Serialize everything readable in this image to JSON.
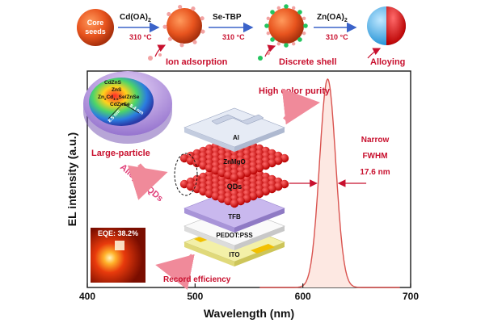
{
  "synthesis": {
    "core_label_line1": "Core",
    "core_label_line2": "seeds",
    "steps": [
      {
        "reagent": "Cd(OA)",
        "subscript": "2",
        "temperature": "310 °C",
        "caption": "Ion adsorption"
      },
      {
        "reagent": "Se-TBP",
        "subscript": "",
        "temperature": "310 °C",
        "caption": "Discrete shell"
      },
      {
        "reagent": "Zn(OA)",
        "subscript": "2",
        "temperature": "310 °C",
        "caption": "Alloying"
      }
    ]
  },
  "qd_structure": {
    "layers": [
      "CdZnS",
      "ZnS",
      "Zn",
      "x",
      "Cd",
      "1-x",
      "Se/ZnSe",
      "CdZnSe"
    ],
    "dimensions": [
      "8.5 nm",
      "8.4 nm"
    ],
    "label_large_particle": "Large-particle",
    "label_alloyed": "Alloyed QDs"
  },
  "device": {
    "layers": [
      "Al",
      "ZnMgO",
      "QDs",
      "TFB",
      "PEDOT:PSS",
      "ITO"
    ],
    "eqe_label": "EQE: 38.2%",
    "record_label": "Record efficiency",
    "purity_label": "High color purity",
    "fwhm_lines": [
      "Narrow",
      "FWHM",
      "17.6 nm"
    ]
  },
  "chart_data": {
    "type": "line",
    "xlabel": "Wavelength (nm)",
    "ylabel": "EL intensity (a.u.)",
    "xlim": [
      400,
      700
    ],
    "x_ticks": [
      400,
      500,
      600,
      700
    ],
    "peak_nm": 623,
    "fwhm_nm": 17.6,
    "series": [
      {
        "values": "Gaussian EL peak centred at 623 nm"
      }
    ],
    "colors": {
      "curve": "#d9534f",
      "fill": "#fde8e2"
    }
  },
  "colors": {
    "core": "#e8541e",
    "ion": "#f2a3a3",
    "shell_dot": "#22c55e",
    "accent_red": "#c8102e",
    "arrow_blue": "#3b63c9"
  }
}
